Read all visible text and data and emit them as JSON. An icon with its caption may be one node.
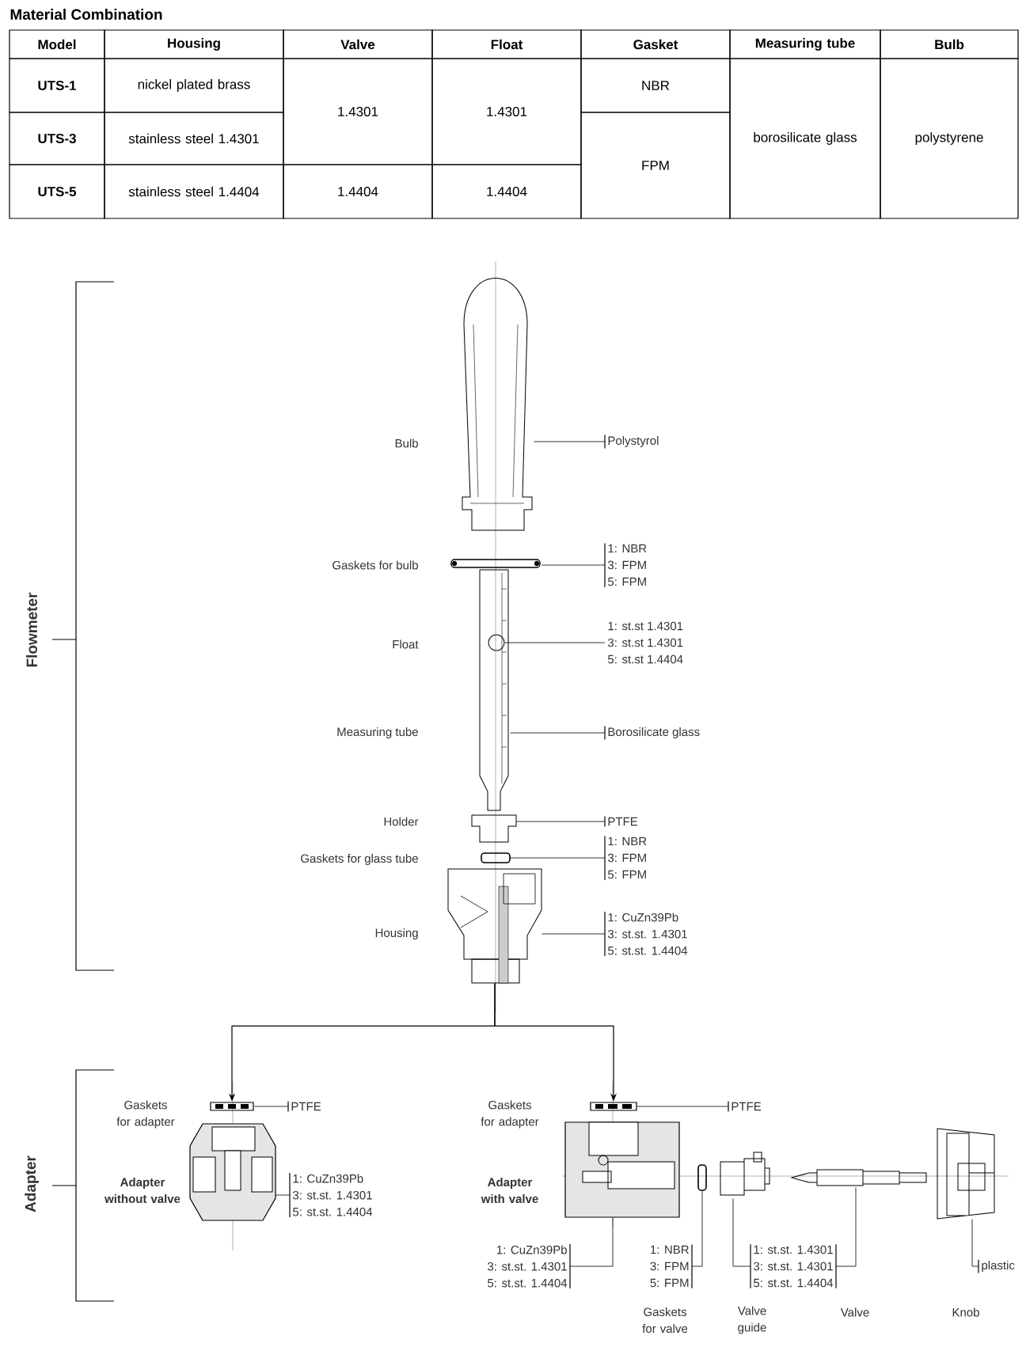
{
  "diagram": {
    "title": "Material Combination",
    "nodes": [
      {
        "text": [
          "Polystyrol"
        ]
      },
      {
        "text": [],
        "shape": "picture"
      },
      {
        "text": [
          "1: NBR",
          "3: FPM",
          "5: FPM"
        ]
      },
      {
        "text": [],
        "shape": "picture"
      },
      {
        "text": [
          "1: st.st 1.4301",
          "3: st.st 1.4301",
          "5: st.st 1.4404"
        ]
      },
      {
        "text": [],
        "shape": "picture"
      },
      {
        "text": [],
        "shape": "circle",
        "in": 5
      },
      {
        "text": [
          "Borosilicate glass"
        ]
      },
      {
        "text": [
          "PTFE"
        ]
      },
      {
        "text": [],
        "shape": "picture"
      },
      {
        "text": [
          "1: NBR",
          "3: FPM",
          "5: FPM"
        ]
      },
      {
        "text": [],
        "shape": "box"
      },
      {
        "text": [
          "1: CuZn39Pb",
          "3: st.st. 1.4301",
          "5: st.st. 1.4404"
        ]
      },
      {
        "text": [],
        "shape": "picture"
      },
      {
        "text": [],
        "shape": "picture"
      },
      {
        "text": [
          "PTFE"
        ]
      },
      {
        "text": [],
        "shape": "picture"
      },
      {
        "text": [
          "1: CuZn39Pb",
          "3: st.st. 1.4301",
          "5: st.st. 1.4404"
        ]
      },
      {
        "text": [],
        "shape": "picture"
      },
      {
        "text": [
          "PTFE"
        ]
      },
      {
        "text": [],
        "shape": "picture"
      },
      {
        "text": [],
        "shape": "box"
      },
      {
        "text": [],
        "shape": "picture"
      },
      {
        "text": [],
        "shape": "picture"
      },
      {
        "text": [],
        "shape": "picture"
      },
      {
        "text": [
          "1: CuZn39Pb",
          "3: st.st. 1.4301",
          "5: st.st. 1.4404"
        ]
      },
      {
        "text": [
          "1: NBR",
          "3: FPM",
          "5: FPM"
        ]
      },
      {
        "text": [
          "1: st.st. 1.4301",
          "3: st.st. 1.4301",
          "5: st.st. 1.4404"
        ]
      },
      {
        "text": [
          "plastic"
        ]
      }
    ],
    "edges": [
      {
        "from": 0,
        "to": 1,
        "arrow": "none"
      },
      {
        "from": 2,
        "to": 3,
        "arrow": "none"
      },
      {
        "from": 4,
        "to": 6,
        "arrow": "none"
      },
      {
        "from": 7,
        "to": 5,
        "arrow": "none"
      },
      {
        "from": 8,
        "to": 9,
        "arrow": "none"
      },
      {
        "from": 10,
        "to": 11,
        "arrow": "none"
      },
      {
        "from": 12,
        "to": 13,
        "arrow": "none"
      },
      {
        "from": 13,
        "to": 14,
        "arrow": "to"
      },
      {
        "from": 13,
        "to": 18,
        "arrow": "to"
      },
      {
        "from": 15,
        "to": 14,
        "arrow": "none"
      },
      {
        "from": 17,
        "to": 16,
        "arrow": "none"
      },
      {
        "from": 19,
        "to": 18,
        "arrow": "none"
      },
      {
        "from": 25,
        "to": 20,
        "arrow": "none"
      },
      {
        "from": 26,
        "to": 21,
        "arrow": "none"
      },
      {
        "from": 27,
        "to": 22,
        "arrow": "none"
      },
      {
        "from": 27,
        "to": 23,
        "arrow": "none"
      },
      {
        "from": 28,
        "to": 24,
        "arrow": "none"
      }
    ],
    "labels": [
      "Model",
      "Housing",
      "Valve",
      "Float",
      "Gasket",
      "Measuring tube",
      "Bulb",
      "UTS-1",
      "nickel plated brass",
      "NBR",
      "UTS-3",
      "stainless steel 1.4301",
      "1.4301",
      "1.4301",
      "borosilicate glass",
      "polystyrene",
      "FPM",
      "UTS-5",
      "stainless steel 1.4404",
      "1.4404",
      "1.4404",
      "Flowmeter",
      "Bulb",
      "Gaskets for bulb",
      "Float",
      "Measuring tube",
      "Holder",
      "Gaskets for glass tube",
      "Housing",
      "Adapter",
      "Gaskets for adapter",
      "Adapter without valve",
      "Gaskets for adapter",
      "Adapter with valve",
      "Gaskets for valve",
      "Valve guide",
      "Valve",
      "Knob"
    ]
  }
}
